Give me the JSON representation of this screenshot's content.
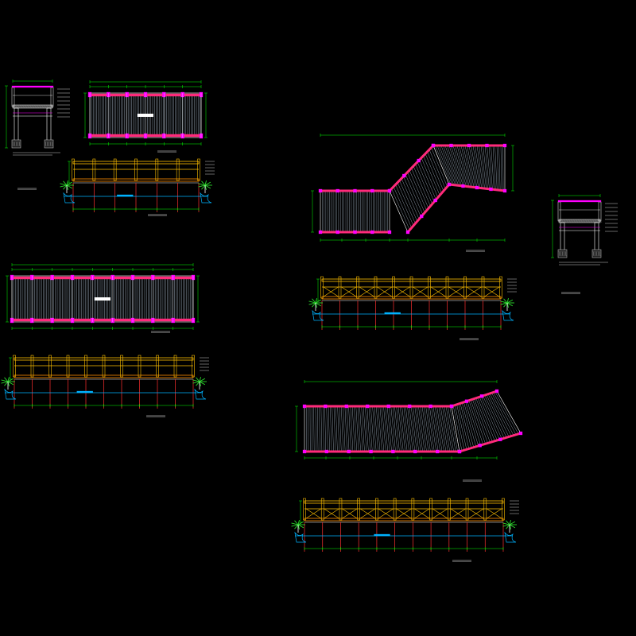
{
  "canvas": {
    "background": "#000000"
  },
  "palette": {
    "frame": "#ffffff",
    "dimension": "#00ff00",
    "beam": "#ff2a7a",
    "post": "#ff00ff",
    "plank": "#9aa8b8",
    "rail": "#ffc000",
    "rail_dark": "#ff8c00",
    "pile": "#ff3030",
    "water": "#00b3ff",
    "tree": "#2bd92b",
    "tree_trunk": "#ffffff",
    "base": "#b0b0b0",
    "cyan": "#00ffff"
  },
  "drawing": {
    "title": "",
    "views": [
      {
        "id": "section-left",
        "kind": "section"
      },
      {
        "id": "plan-small",
        "kind": "plan"
      },
      {
        "id": "elevation-small",
        "kind": "elevation"
      },
      {
        "id": "plan-long",
        "kind": "plan"
      },
      {
        "id": "elevation-long",
        "kind": "elevation"
      },
      {
        "id": "plan-bent-upper",
        "kind": "plan"
      },
      {
        "id": "elevation-mid",
        "kind": "elevation"
      },
      {
        "id": "section-right",
        "kind": "section"
      },
      {
        "id": "plan-bent-lower",
        "kind": "plan"
      },
      {
        "id": "elevation-lower",
        "kind": "elevation"
      }
    ]
  }
}
